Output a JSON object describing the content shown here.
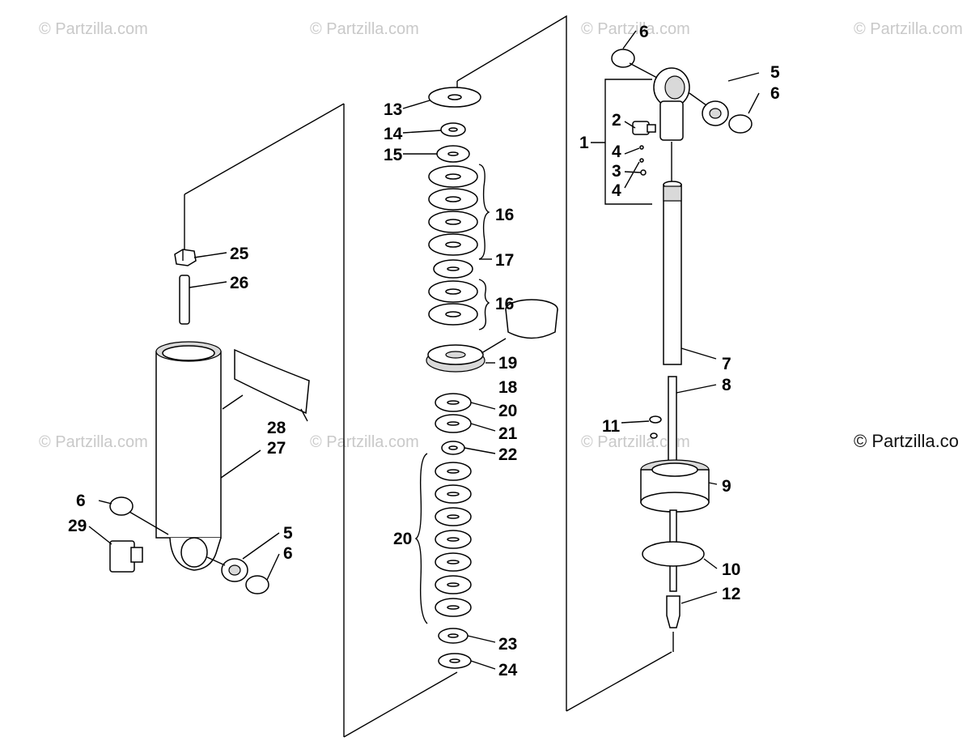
{
  "watermarks": [
    "© Partzilla.com",
    "© Partzilla.com",
    "© Partzilla.com",
    "© Partzilla.com",
    "© Partzilla.com",
    "© Partzilla.com",
    "© Partzilla.com"
  ],
  "watermark_bold": "© Partzilla.co",
  "callouts": {
    "c1": "1",
    "c2": "2",
    "c3": "3",
    "c4a": "4",
    "c4b": "4",
    "c5a": "5",
    "c5b": "5",
    "c6a": "6",
    "c6b": "6",
    "c6c": "6",
    "c6d": "6",
    "c7": "7",
    "c8": "8",
    "c9": "9",
    "c10": "10",
    "c11": "11",
    "c12": "12",
    "c13": "13",
    "c14": "14",
    "c15": "15",
    "c16a": "16",
    "c16b": "16",
    "c17": "17",
    "c18": "18",
    "c19": "19",
    "c20a": "20",
    "c20b": "20",
    "c21": "21",
    "c22": "22",
    "c23": "23",
    "c24": "24",
    "c25": "25",
    "c26": "26",
    "c27": "27",
    "c28": "28",
    "c29": "29"
  }
}
